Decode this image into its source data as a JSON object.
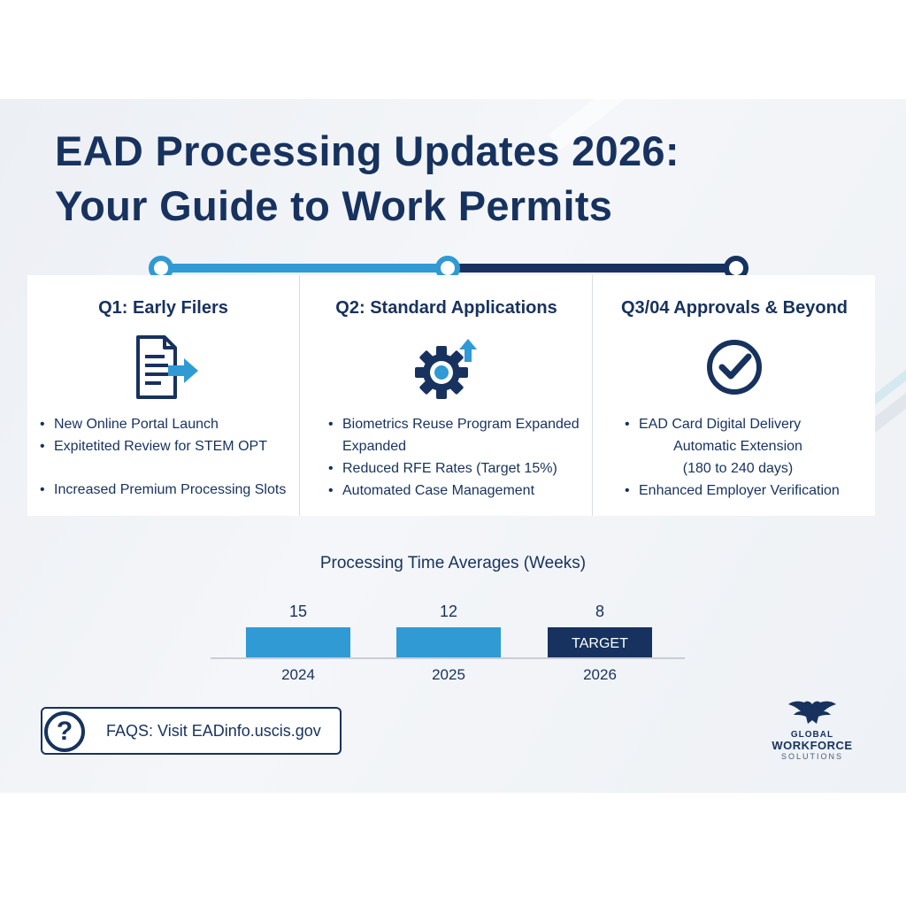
{
  "title": {
    "line1": "EAD Processing Updates 2026:",
    "line2": "Your Guide to Work Permits"
  },
  "columns": [
    {
      "heading": "Q1: Early Filers",
      "icon": "document-arrow-icon",
      "items": [
        "New Online Portal Launch",
        "Expitetited Review for STEM OPT",
        "Increased Premium Processing Slots"
      ]
    },
    {
      "heading": "Q2: Standard Applications",
      "icon": "gear-arrow-icon",
      "items": [
        "Biometrics Reuse Program Expanded",
        "Expanded",
        "Reduced RFE Rates (Target 15%)",
        "Automated Case Management"
      ]
    },
    {
      "heading": "Q3/04 Approvals & Beyond",
      "icon": "check-circle-icon",
      "items": [
        "EAD Card Digital Delivery",
        "Automatic Extension",
        "(180 to 240 days)",
        "Enhanced Employer Verification"
      ]
    }
  ],
  "chart_data": {
    "type": "bar",
    "title": "Processing Time Averages (Weeks)",
    "categories": [
      "2024",
      "2025",
      "2026"
    ],
    "values": [
      15,
      12,
      8
    ],
    "bar_labels": [
      "",
      "",
      "TARGET"
    ],
    "colors": [
      "#2f9ad4",
      "#2f9ad4",
      "#17325e"
    ]
  },
  "faq": {
    "icon": "question-circle-icon",
    "text": "FAQS: Visit EADinfo.uscis.gov"
  },
  "logo": {
    "icon": "eagle-icon",
    "line1": "GLOBAL",
    "line2": "WORKFORCE",
    "line3": "SOLUTIONS"
  },
  "colors": {
    "navy": "#17325e",
    "blue": "#2f9ad4"
  }
}
